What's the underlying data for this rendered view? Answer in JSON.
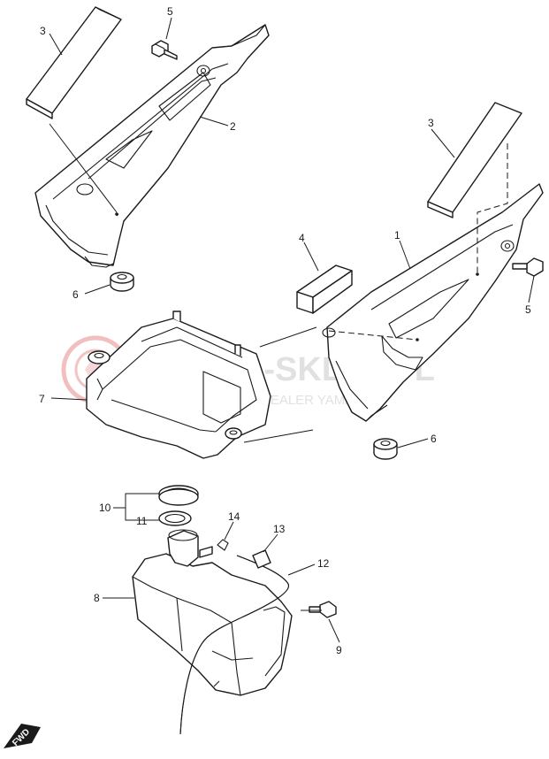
{
  "watermark": {
    "brand": "YAMA-SKLEP.PL",
    "sub": "DAJEWICZ - DEALER YAMAHA",
    "logo_color": "#e58a8a"
  },
  "direction_badge": {
    "label": "FWD"
  },
  "callouts": {
    "c1": "1",
    "c2": "2",
    "c3a": "3",
    "c3b": "3",
    "c4": "4",
    "c5a": "5",
    "c5b": "5",
    "c6a": "6",
    "c6b": "6",
    "c7": "7",
    "c8": "8",
    "c9": "9",
    "c10": "10",
    "c11": "11",
    "c12": "12",
    "c13": "13",
    "c14": "14"
  }
}
